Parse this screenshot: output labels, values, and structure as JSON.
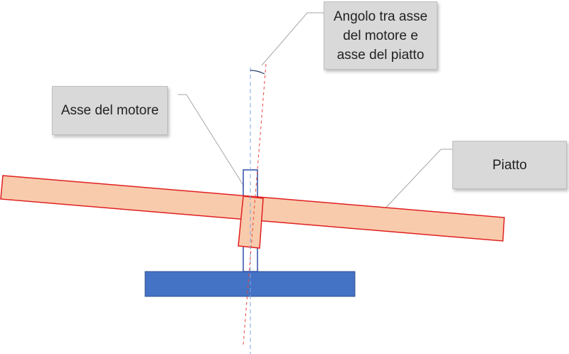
{
  "labels": {
    "angle": "Angolo tra asse del motore e asse del piatto",
    "motor_axis": "Asse del motore",
    "plate": "Piatto"
  },
  "colors": {
    "plate_fill": "#f8cbad",
    "plate_stroke": "#e02020",
    "base_fill": "#4472c4",
    "motor_stroke": "#2f4fa8",
    "motor_axis_line": "#7fa6e0",
    "plate_axis_line": "#e8453c",
    "leader_line": "#a6a6a6",
    "callout_fill": "#d9d9d9"
  }
}
